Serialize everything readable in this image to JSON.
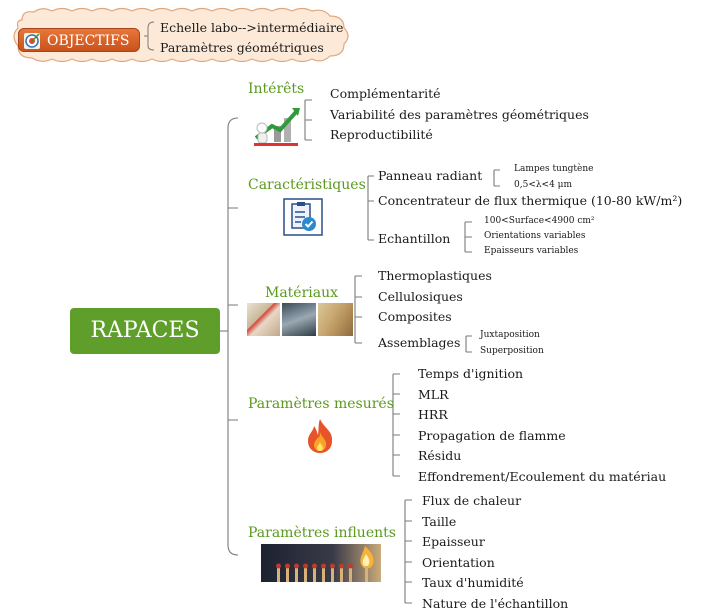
{
  "objectifs": {
    "label": "OBJECTIFS",
    "items": [
      "Echelle labo-->intermédiaire",
      "Paramètres géométriques"
    ]
  },
  "root": {
    "label": "RAPACES"
  },
  "branches": [
    {
      "label": "Intérêts",
      "items": [
        "Complémentarité",
        "Variabilité des paramètres géométriques",
        "Reproductibilité"
      ]
    },
    {
      "label": "Caractéristiques",
      "items": [
        {
          "label": "Panneau radiant",
          "children": [
            "Lampes tungtène",
            "0,5<λ<4 μm"
          ]
        },
        {
          "label": "Concentrateur de flux thermique (10-80 kW/m²)"
        },
        {
          "label": "Echantillon",
          "children": [
            "100<Surface<4900 cm²",
            "Orientations variables",
            "Epaisseurs variables"
          ]
        }
      ]
    },
    {
      "label": "Matériaux",
      "items": [
        {
          "label": "Thermoplastiques"
        },
        {
          "label": "Cellulosiques"
        },
        {
          "label": "Composites"
        },
        {
          "label": "Assemblages",
          "children": [
            "Juxtaposition",
            "Superposition"
          ]
        }
      ]
    },
    {
      "label": "Paramètres mesurés",
      "items": [
        "Temps d'ignition",
        "MLR",
        "HRR",
        "Propagation de flamme",
        "Résidu",
        "Effondrement/Ecoulement du matériau"
      ]
    },
    {
      "label": "Paramètres influents",
      "items": [
        "Flux de chaleur",
        "Taille",
        "Epaisseur",
        "Orientation",
        "Taux d'humidité",
        "Nature de l'échantillon"
      ]
    }
  ],
  "colors": {
    "branch_label": "#5a9a1e",
    "root_fill": "#5f9e2a",
    "objectifs_fill": "#d9622a",
    "cloud_fill": "#fde9d8",
    "connector": "#7a7a7a"
  },
  "icons": [
    "target-icon",
    "growth-chart-icon",
    "clipboard-check-icon",
    "materials-photo",
    "flame-icon",
    "matches-photo"
  ]
}
